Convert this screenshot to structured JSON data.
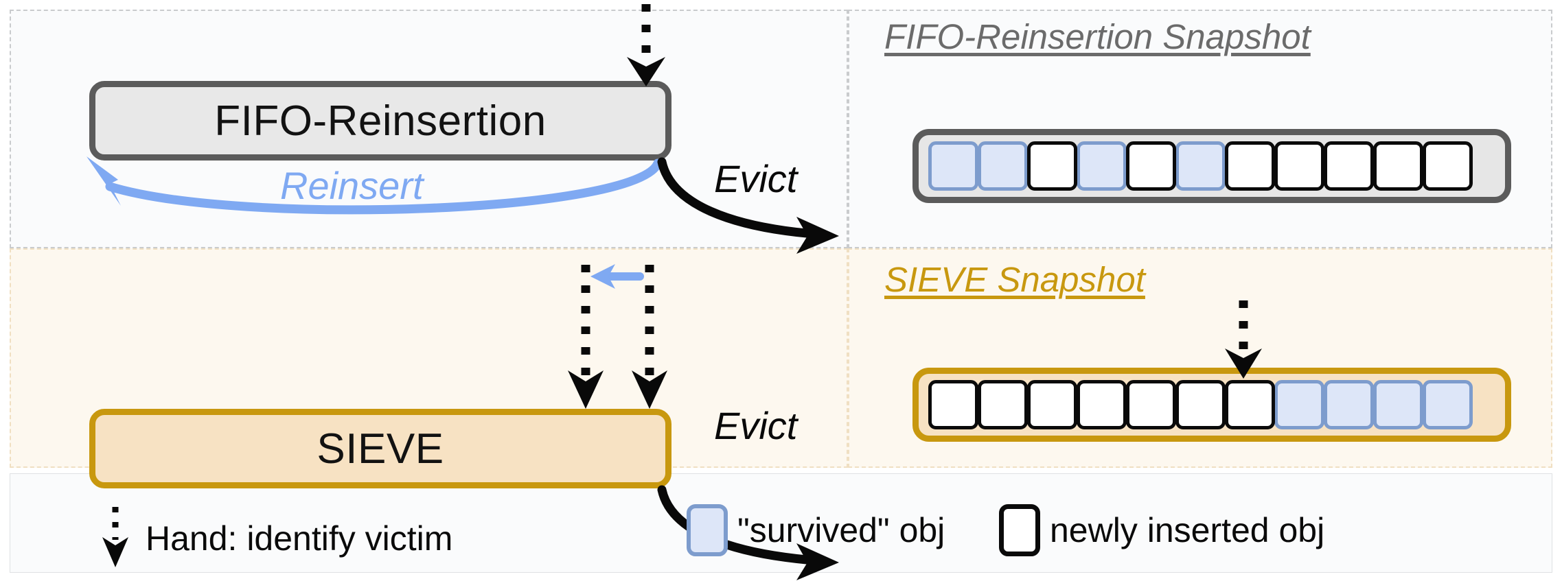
{
  "panels": {
    "fifo": {
      "name": "FIFO-Reinsertion algorithm panel"
    },
    "sieve": {
      "name": "SIEVE algorithm panel"
    }
  },
  "algorithms": [
    {
      "id": "fifo-reinsertion",
      "label": "FIFO-Reinsertion",
      "box_fill": "#e8e8e8",
      "box_border": "#5b5b5b",
      "evict_label": "Evict",
      "reinsert_label": "Reinsert",
      "reinsert_color": "#7fa9f2"
    },
    {
      "id": "sieve",
      "label": "SIEVE",
      "box_fill": "#f7e2c3",
      "box_border": "#c8980f",
      "evict_label": "Evict"
    }
  ],
  "snapshots": [
    {
      "id": "fifo-reinsertion-snapshot",
      "title": "FIFO-Reinsertion Snapshot",
      "title_color": "#6b6b6b",
      "container_fill": "#e6e6e6",
      "container_border": "#5b5b5b",
      "cell_count": 11,
      "cells": [
        "blue",
        "blue",
        "white",
        "blue",
        "white",
        "blue",
        "white",
        "white",
        "white",
        "white",
        "white"
      ],
      "hand_pointer_index": null
    },
    {
      "id": "sieve-snapshot",
      "title": "SIEVE Snapshot",
      "title_color": "#c8980f",
      "container_fill": "#f7e2c3",
      "container_border": "#c8980f",
      "cell_count": 11,
      "cells": [
        "white",
        "white",
        "white",
        "white",
        "white",
        "white",
        "white",
        "blue",
        "blue",
        "blue",
        "blue"
      ],
      "hand_pointer_index": 7
    }
  ],
  "legend": {
    "items": [
      {
        "id": "hand",
        "icon": "dashed-down-arrow-icon",
        "label": "Hand: identify victim"
      },
      {
        "id": "survived",
        "icon": "blue-cell-swatch",
        "label": "\"survived\" obj"
      },
      {
        "id": "newly-inserted",
        "icon": "white-cell-swatch",
        "label": "newly inserted obj"
      }
    ]
  },
  "colors": {
    "survived_fill": "#dde6f8",
    "survived_border": "#7d9ccd",
    "new_fill": "#ffffff",
    "new_border": "#0a0a0a",
    "fifo_accent": "#5b5b5b",
    "sieve_accent": "#c8980f",
    "reinsert_blue": "#7fa9f2",
    "panel_bg_top": "#fafbfc",
    "panel_bg_bottom": "#fdf8ef"
  }
}
